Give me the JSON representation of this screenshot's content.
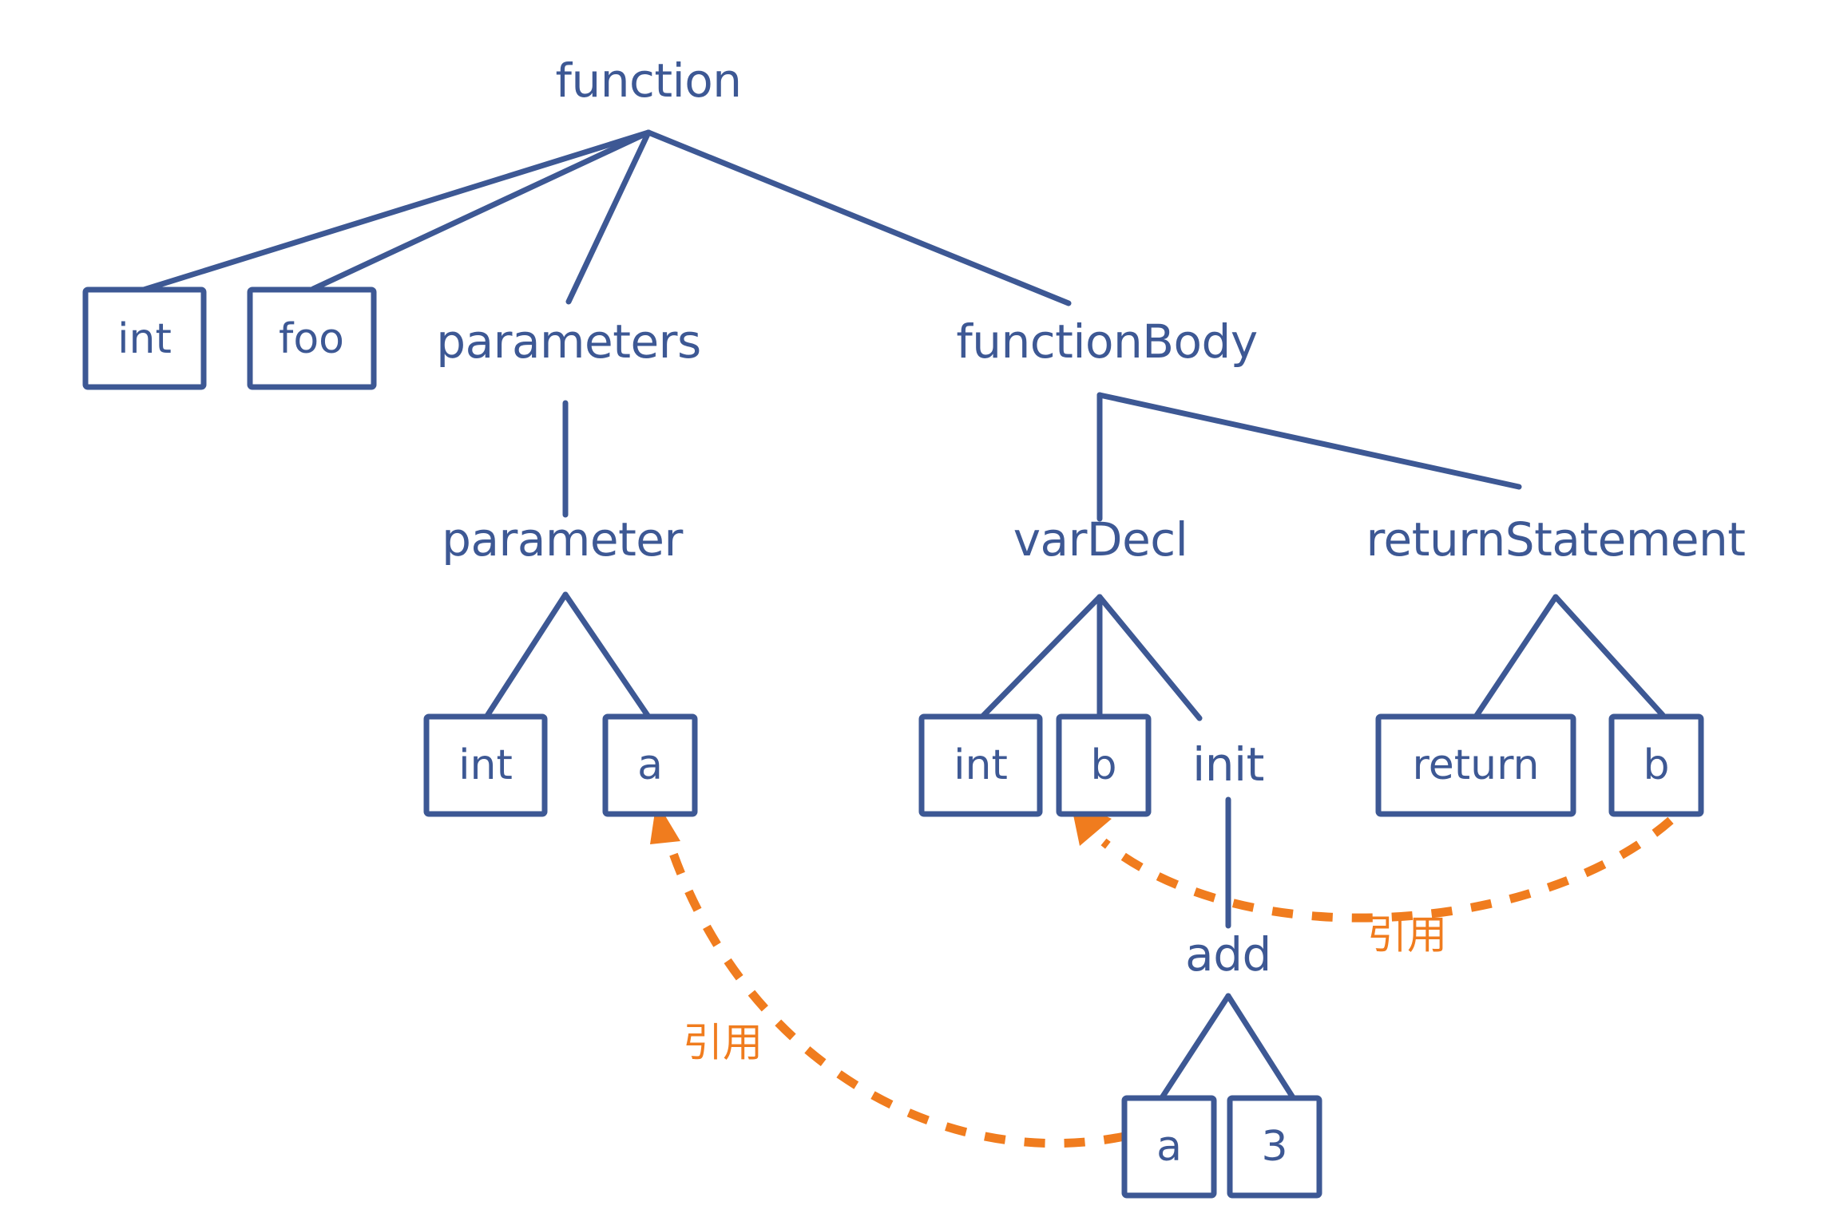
{
  "diagram": {
    "title": "function AST with reference edges",
    "colors": {
      "node_blue": "#3d5894",
      "reference_orange": "#f07c1e",
      "background": "#ffffff"
    },
    "nodes": {
      "function": "function",
      "int_ret": "int",
      "foo": "foo",
      "parameters": "parameters",
      "function_body": "functionBody",
      "parameter": "parameter",
      "var_decl": "varDecl",
      "return_statement": "returnStatement",
      "param_int": "int",
      "param_a": "a",
      "vardecl_int": "int",
      "vardecl_b": "b",
      "init": "init",
      "return_kw": "return",
      "return_b": "b",
      "add": "add",
      "add_a": "a",
      "add_3": "3"
    },
    "reference_edges": [
      {
        "id": "ref-a",
        "label": "引用",
        "from": "add_a",
        "to": "param_a"
      },
      {
        "id": "ref-b",
        "label": "引用",
        "from": "return_b",
        "to": "vardecl_b"
      }
    ]
  }
}
